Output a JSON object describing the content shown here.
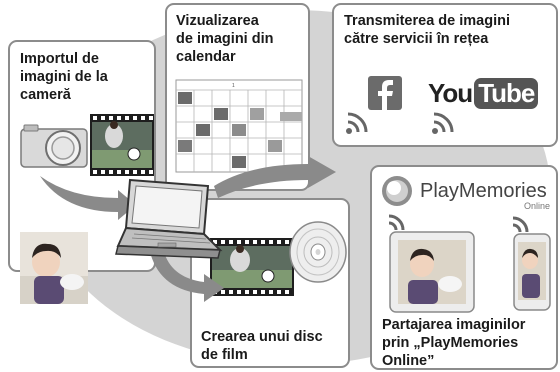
{
  "panels": {
    "import": {
      "caption": "Importul de\nimagini de la\ncameră"
    },
    "calendar": {
      "caption": "Vizualizarea\nde imagini din\ncalendar"
    },
    "services": {
      "caption": "Transmiterea de imagini\ncătre servicii în rețea"
    },
    "disc": {
      "caption": "Crearea unui disc\nde film"
    },
    "playmemories": {
      "caption": "Partajarea imaginilor\nprin „PlayMemories\nOnline”"
    }
  },
  "logos": {
    "youtube_you": "You",
    "youtube_tube": "Tube",
    "playmemories_main": "PlayMemories",
    "playmemories_sub": "Online"
  },
  "colors": {
    "background_ellipse": "#d4d4d4",
    "panel_border": "#8c8c8c",
    "arrow": "#8a8a8a",
    "logo_grey": "#666666"
  }
}
